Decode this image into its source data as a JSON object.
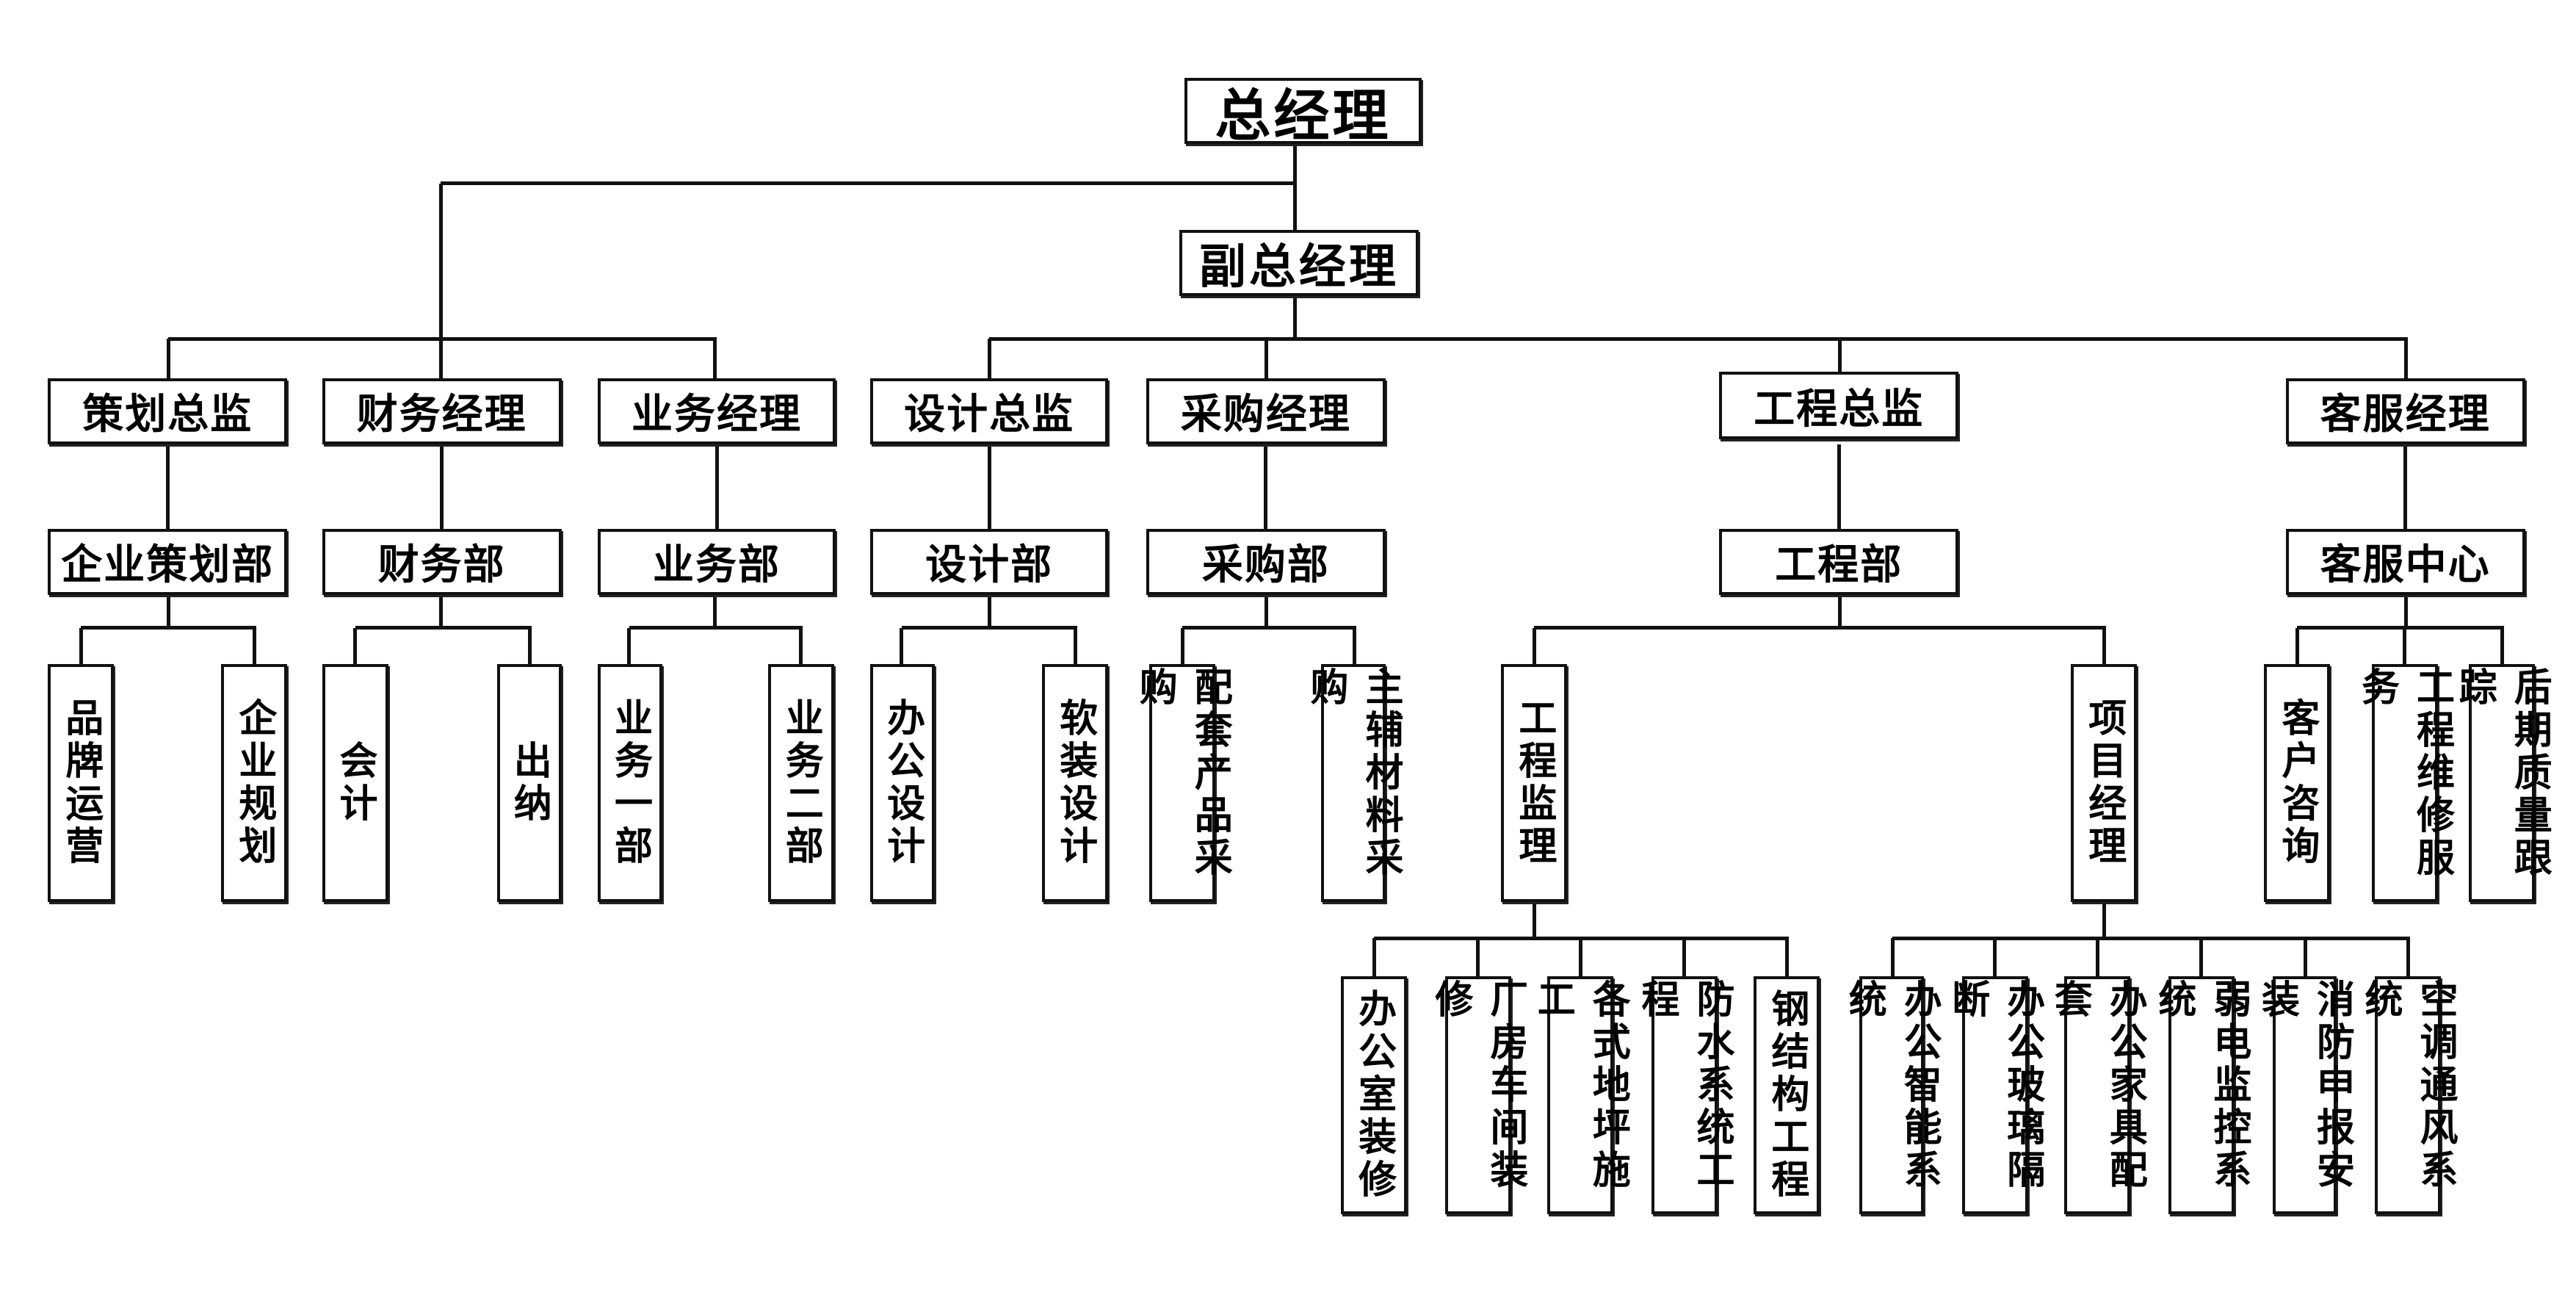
{
  "title": "组织架构图",
  "root": "总经理",
  "deputy": "副总经理",
  "directors": [
    {
      "title": "策划总监",
      "dept": "企业策划部",
      "units": [
        "品牌运营",
        "企业规划"
      ]
    },
    {
      "title": "财务经理",
      "dept": "财务部",
      "units": [
        "会计",
        "出纳"
      ]
    },
    {
      "title": "业务经理",
      "dept": "业务部",
      "units": [
        "业务一部",
        "业务二部"
      ]
    },
    {
      "title": "设计总监",
      "dept": "设计部",
      "units": [
        "办公设计",
        "软装设计"
      ]
    },
    {
      "title": "采购经理",
      "dept": "采购部",
      "units": [
        "配套产品采购",
        "主辅材料采购"
      ]
    },
    {
      "title": "工程总监",
      "dept": "工程部",
      "units": [
        "工程监理",
        "项目经理"
      ]
    },
    {
      "title": "客服经理",
      "dept": "客服中心",
      "units": [
        "客户咨询",
        "工程维修服务",
        "后期质量跟踪"
      ]
    }
  ],
  "engineering_supervision_teams": [
    "办公室装修",
    "厂房车间装修",
    "各式地坪施工",
    "防水系统工程",
    "钢结构工程"
  ],
  "project_manager_teams": [
    "办公智能系统",
    "办公玻璃隔断",
    "办公家具配套",
    "弱电监控系统",
    "消防申报安装",
    "空调通风系统"
  ]
}
